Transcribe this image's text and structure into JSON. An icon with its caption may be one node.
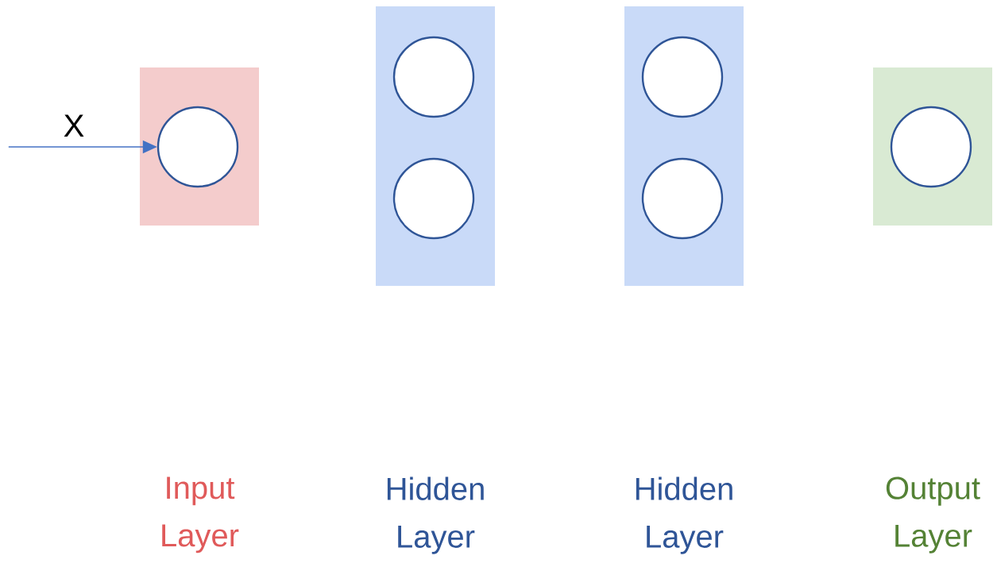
{
  "diagram": {
    "nodes": [
      {
        "text": [],
        "shape": "box"
      },
      {
        "text": [],
        "shape": "circle",
        "in": 0
      },
      {
        "text": [],
        "shape": "box"
      },
      {
        "text": [],
        "shape": "circle",
        "in": 2
      },
      {
        "text": [],
        "shape": "circle",
        "in": 2
      },
      {
        "text": [],
        "shape": "box"
      },
      {
        "text": [],
        "shape": "circle",
        "in": 5
      },
      {
        "text": [],
        "shape": "circle",
        "in": 5
      },
      {
        "text": [],
        "shape": "box"
      },
      {
        "text": [],
        "shape": "circle",
        "in": 8
      }
    ],
    "edges": [
      {
        "from": null,
        "to": 1,
        "arrow": "to",
        "label": "X"
      }
    ],
    "labels": [
      "Input Layer",
      "Hidden Layer",
      "Hidden Layer",
      "Output Layer"
    ]
  }
}
